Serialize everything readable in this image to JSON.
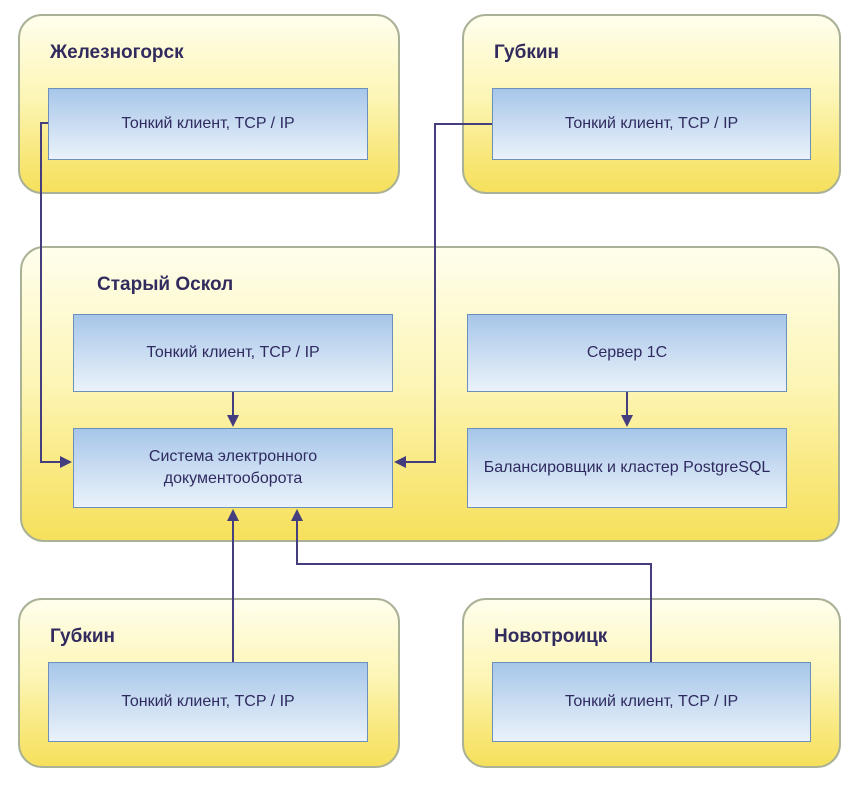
{
  "diagram": {
    "title": "",
    "groups": {
      "zheleznogorsk": {
        "title": "Железногорск"
      },
      "gubkin_top": {
        "title": "Губкин"
      },
      "stary_oskol": {
        "title": "Старый Оскол"
      },
      "gubkin_bottom": {
        "title": "Губкин"
      },
      "novotroitsk": {
        "title": "Новотроицк"
      }
    },
    "nodes": {
      "zheleznogorsk_thin_client": {
        "label": "Тонкий клиент, TCP / IP"
      },
      "gubkin_top_thin_client": {
        "label": "Тонкий клиент, TCP / IP"
      },
      "stary_oskol_thin_client": {
        "label": "Тонкий клиент, TCP / IP"
      },
      "server_1c": {
        "label": "Сервер 1С"
      },
      "edms": {
        "label": "Система электронного документооборота"
      },
      "balancer": {
        "label": "Балансировщик и кластер PostgreSQL"
      },
      "gubkin_bottom_thin_client": {
        "label": "Тонкий клиент, TCP / IP"
      },
      "novotroitsk_thin_client": {
        "label": "Тонкий клиент, TCP / IP"
      }
    },
    "edges": [
      {
        "from": "zheleznogorsk_thin_client",
        "to": "edms",
        "arrow": "into-left-side"
      },
      {
        "from": "gubkin_top_thin_client",
        "to": "edms",
        "arrow": "into-right-side"
      },
      {
        "from": "stary_oskol_thin_client",
        "to": "edms",
        "arrow": "down"
      },
      {
        "from": "server_1c",
        "to": "balancer",
        "arrow": "down"
      },
      {
        "from": "gubkin_bottom_thin_client",
        "to": "edms",
        "arrow": "up"
      },
      {
        "from": "novotroitsk_thin_client",
        "to": "edms",
        "arrow": "up-routed"
      }
    ],
    "colors": {
      "group_fill_top": "#FFFEEC",
      "group_fill_bottom": "#F6E05C",
      "group_border": "#A9B196",
      "node_fill_top": "#A6C6E9",
      "node_fill_bottom": "#EAF2FA",
      "node_border": "#6D8FBB",
      "connector": "#443E7E",
      "text": "#2F2A60",
      "title_text": "#322B5E",
      "background": "#FFFFFF"
    }
  }
}
